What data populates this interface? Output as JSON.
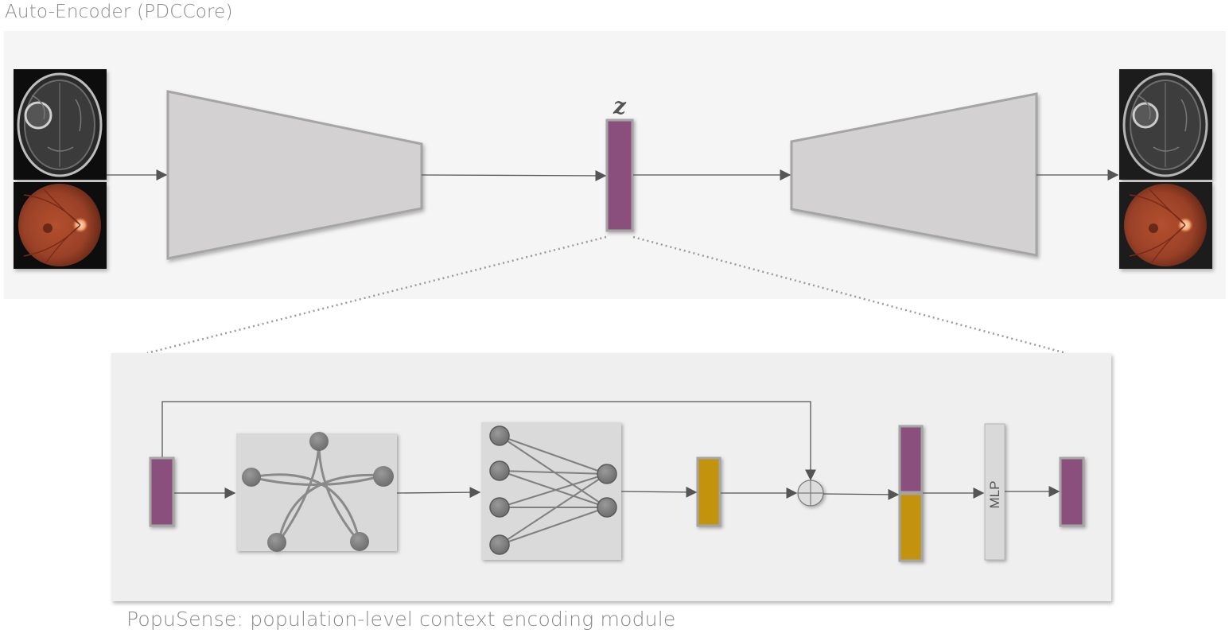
{
  "top_panel": {
    "title": "Auto-Encoder (PDCCore)",
    "latent_label": "z",
    "input_images": [
      "brain-mri-input",
      "retinal-fundus-input"
    ],
    "output_images": [
      "brain-mri-output",
      "retinal-fundus-output"
    ]
  },
  "bottom_panel": {
    "title": "PopuSense: population-level context encoding module",
    "mlp_label": "MLP"
  },
  "colors": {
    "latent_purple": "#8b4f7e",
    "feature_gold": "#c4930c",
    "trapezoid_fill": "#d3d1d2",
    "panel_bg": "#f5f5f5",
    "node_gray": "#7a7a7a"
  }
}
